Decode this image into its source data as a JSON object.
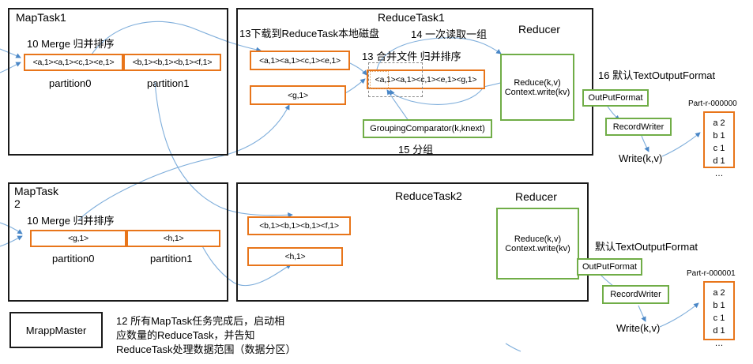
{
  "diagram": {
    "title": "MapReduce Shuffle and Reduce Phase Flow",
    "colors": {
      "orange": "#E8751A",
      "green": "#70AD47",
      "black": "#1a1a1a",
      "arrow_blue": "#5B9BD5"
    }
  },
  "maptask1": {
    "title": "MapTask1",
    "merge_label": "10 Merge 归并排序",
    "partitions": [
      {
        "kv": "<a,1><a,1><c,1><e,1>",
        "name": "partition0"
      },
      {
        "kv": "<b,1><b,1><b,1><f,1>",
        "name": "partition1"
      }
    ]
  },
  "maptask2": {
    "title_line1": "MapTask",
    "title_line2": "2",
    "merge_label": "10 Merge 归并排序",
    "partitions": [
      {
        "kv": "<g,1>",
        "name": "partition0"
      },
      {
        "kv": "<h,1>",
        "name": "partition1"
      }
    ]
  },
  "reducetask1": {
    "title": "ReduceTask1",
    "download_label": "13下载到ReduceTask本地磁盘",
    "read_group_label": "14 一次读取一组",
    "merge_files_label": "13 合并文件 归并排序",
    "group_label": "15 分组",
    "downloaded": [
      {
        "kv": "<a,1><a,1><c,1><e,1>"
      },
      {
        "kv": "<g,1>"
      }
    ],
    "merged": {
      "kv": "<a,1><a,1><c,1><e,1><g,1>"
    },
    "grouping_comparator": "GroupingComparator(k,knext)",
    "reducer": {
      "title": "Reducer",
      "line1": "Reduce(k,v)",
      "line2": "Context.write(kv)"
    },
    "output_format_label": "16 默认TextOutputFormat",
    "output_format_box": "OutPutFormat",
    "record_writer_box": "RecordWriter",
    "write_label": "Write(k,v)",
    "part_file": {
      "name": "Part-r-000000",
      "lines": [
        "a 2",
        "b 1",
        "c 1",
        "d 1",
        "…"
      ]
    }
  },
  "reducetask2": {
    "title": "ReduceTask2",
    "downloaded": [
      {
        "kv": "<b,1><b,1><b,1><f,1>"
      },
      {
        "kv": "<h,1>"
      }
    ],
    "reducer": {
      "title": "Reducer",
      "line1": "Reduce(k,v)",
      "line2": "Context.write(kv)"
    },
    "output_format_label": "默认TextOutputFormat",
    "output_format_box": "OutPutFormat",
    "record_writer_box": "RecordWriter",
    "write_label": "Write(k,v)",
    "part_file": {
      "name": "Part-r-000001",
      "lines": [
        "a 2",
        "b 1",
        "c 1",
        "d 1",
        "…"
      ]
    }
  },
  "master": {
    "box_label": "MrappMaster",
    "note_line1": "12 所有MapTask任务完成后，启动相",
    "note_line2": "应数量的ReduceTask，并告知",
    "note_line3": "ReduceTask处理数据范围（数据分区）"
  }
}
